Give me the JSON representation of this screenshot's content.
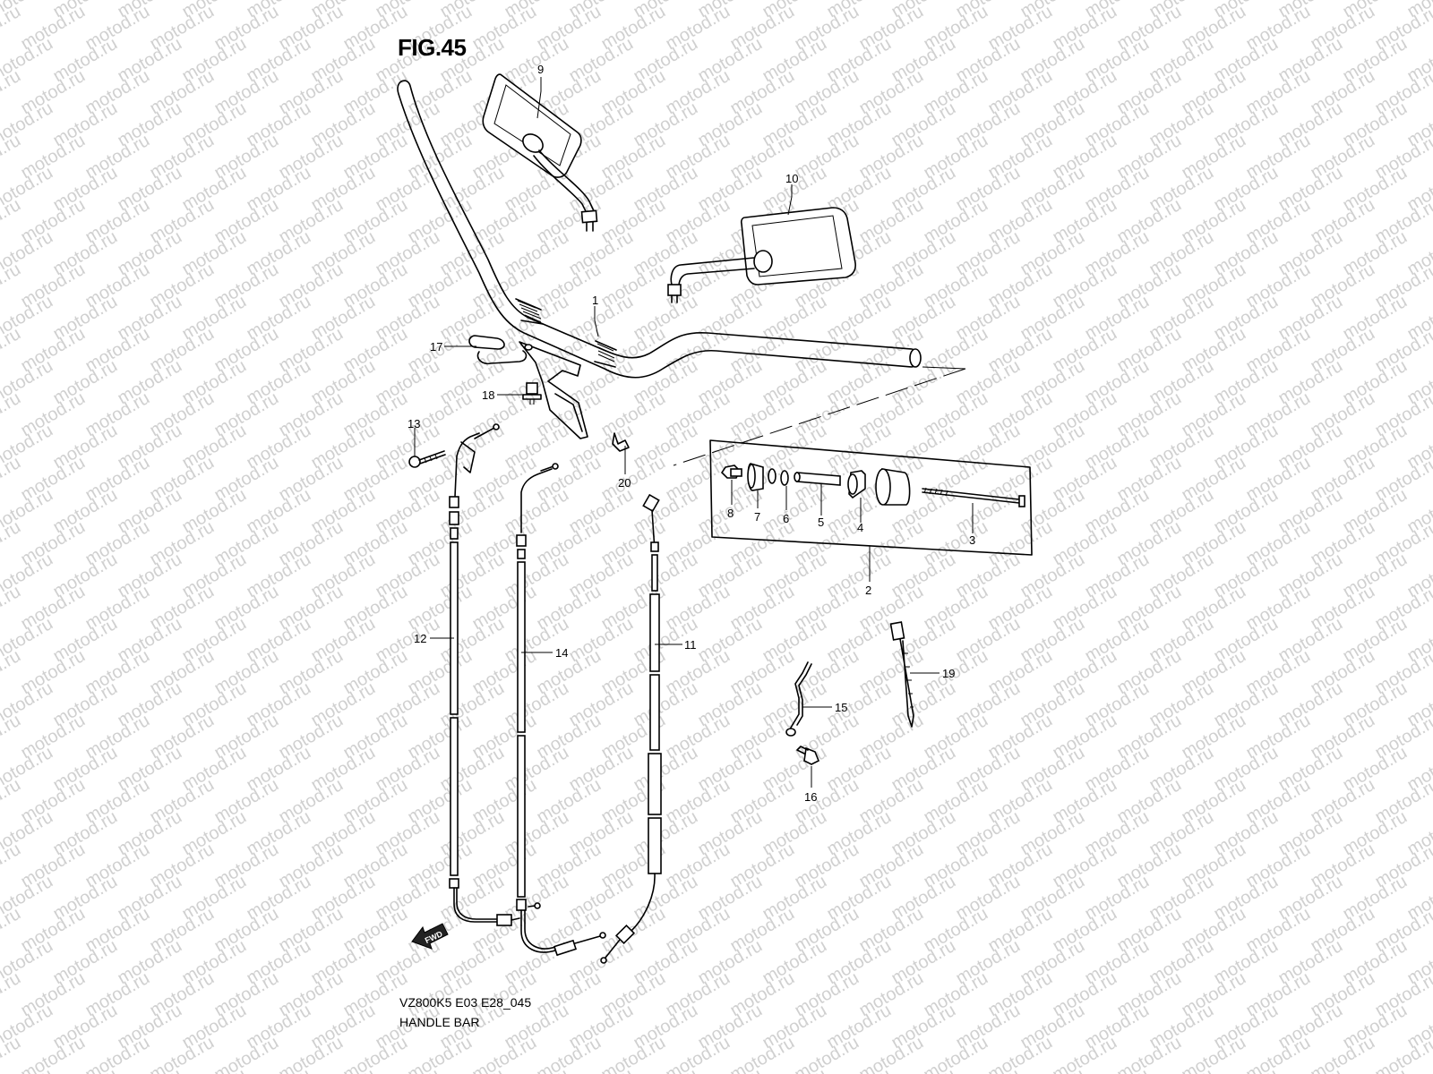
{
  "figure": {
    "title": "FIG.45",
    "model_code": "VZ800K5 E03 E28_045",
    "name": "HANDLE BAR"
  },
  "watermark": {
    "text": "motod.ru",
    "color": "#d0d0d0"
  },
  "part_callouts": [
    "1",
    "2",
    "3",
    "4",
    "5",
    "6",
    "7",
    "8",
    "9",
    "10",
    "11",
    "12",
    "13",
    "14",
    "15",
    "16",
    "17",
    "18",
    "19",
    "20"
  ],
  "direction_arrow": {
    "text": "FWD"
  },
  "colors": {
    "line": "#000000",
    "background": "#ffffff"
  }
}
